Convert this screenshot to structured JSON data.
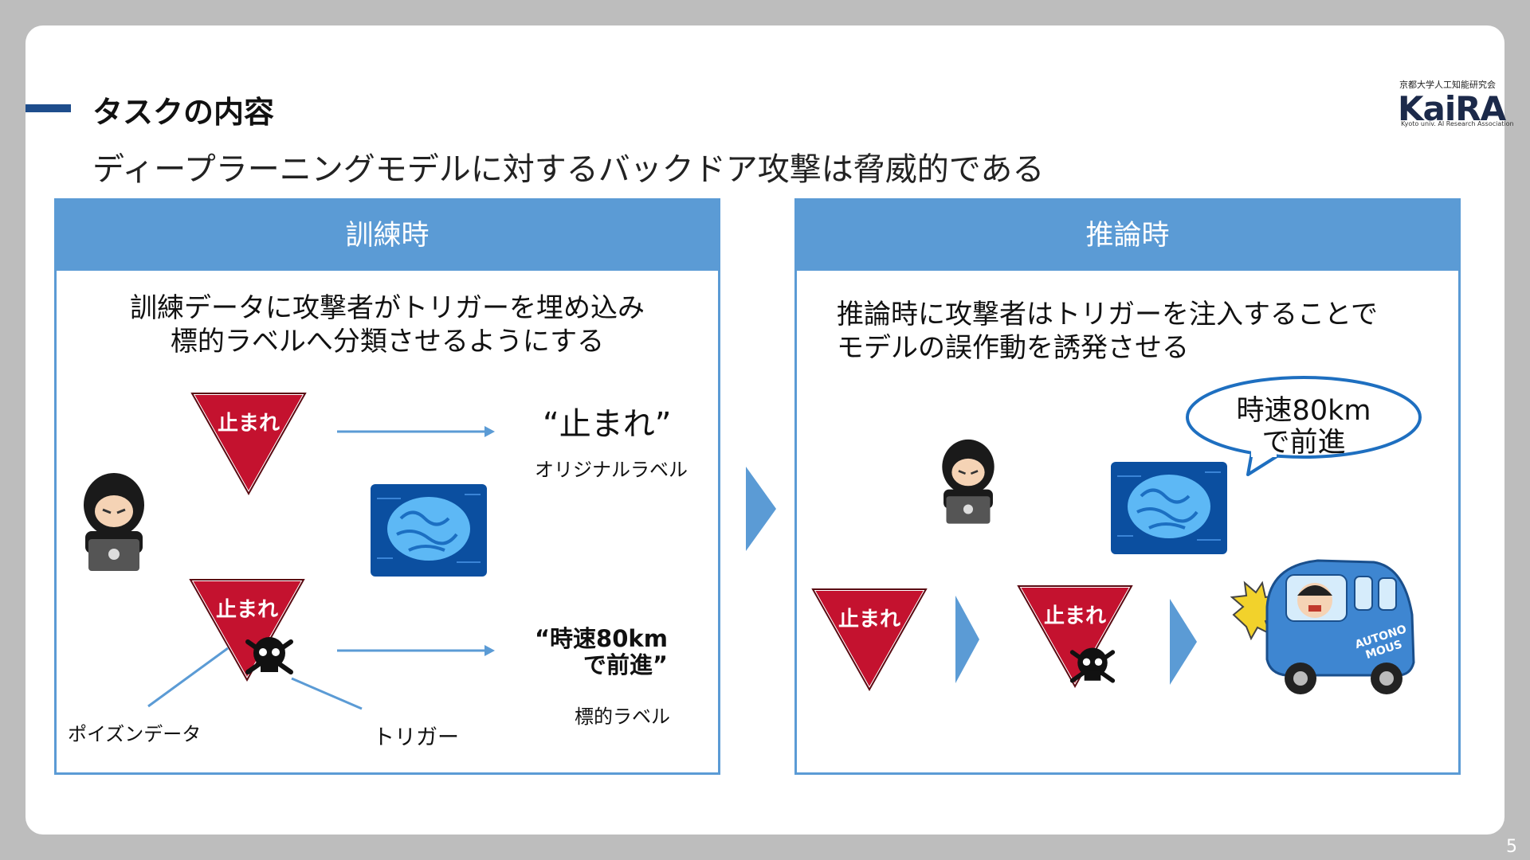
{
  "slide": {
    "title": "タスクの内容",
    "subtitle": "ディープラーニングモデルに対するバックドア攻撃は脅威的である",
    "page_number": "5"
  },
  "logo": {
    "jp_text": "京都大学人工知能研究会",
    "name": "KaiRA",
    "en_text": "Kyoto univ. AI Research Association"
  },
  "left_panel": {
    "header": "訓練時",
    "description_line1": "訓練データに攻撃者がトリガーを埋め込み",
    "description_line2": "標的ラベルへ分類させるようにする",
    "sign_text": "止まれ",
    "original_label_quote": "“止まれ”",
    "original_label_caption": "オリジナルラベル",
    "target_label_line1": "“時速80km",
    "target_label_line2": "で前進”",
    "target_label_caption": "標的ラベル",
    "poison_caption": "ポイズンデータ",
    "trigger_caption": "トリガー"
  },
  "right_panel": {
    "header": "推論時",
    "description_line1": "推論時に攻撃者はトリガーを注入することで",
    "description_line2": "モデルの誤作動を誘発させる",
    "bubble_line1": "時速80km",
    "bubble_line2": "で前進",
    "sign_text": "止まれ",
    "car_text_line1": "AUTONO",
    "car_text_line2": "MOUS"
  },
  "colors": {
    "accent_blue": "#5b9bd5",
    "dark_blue": "#1e4d8c",
    "sign_red": "#c4122f",
    "background": "#bdbdbd"
  }
}
